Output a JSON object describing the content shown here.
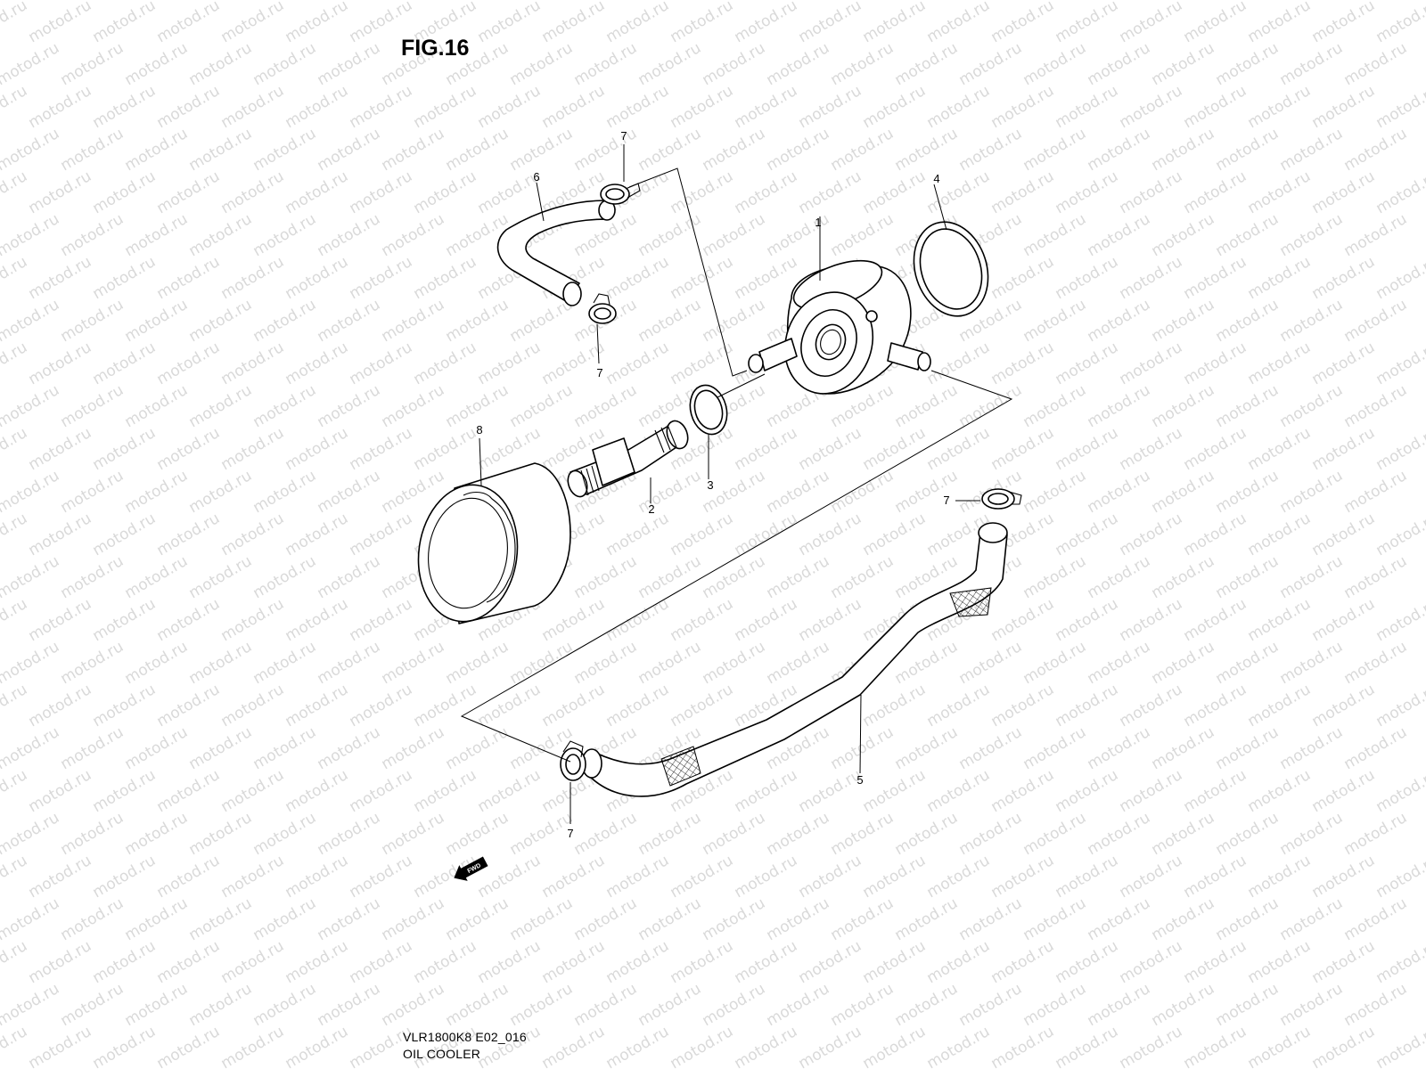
{
  "figure": {
    "title": "FIG.16"
  },
  "caption": {
    "model_code": "VLR1800K8 E02_016",
    "name": "OIL COOLER"
  },
  "watermark": {
    "text": "motod.ru",
    "color": "#d9d9d9"
  },
  "direction_marker": {
    "text": "FWD"
  },
  "callouts": [
    {
      "id": "p1",
      "number": "1"
    },
    {
      "id": "p2",
      "number": "2"
    },
    {
      "id": "p3",
      "number": "3"
    },
    {
      "id": "p4",
      "number": "4"
    },
    {
      "id": "p5",
      "number": "5"
    },
    {
      "id": "p6",
      "number": "6"
    },
    {
      "id": "p7a",
      "number": "7"
    },
    {
      "id": "p7b",
      "number": "7"
    },
    {
      "id": "p7c",
      "number": "7"
    },
    {
      "id": "p7d",
      "number": "7"
    },
    {
      "id": "p8",
      "number": "8"
    }
  ]
}
